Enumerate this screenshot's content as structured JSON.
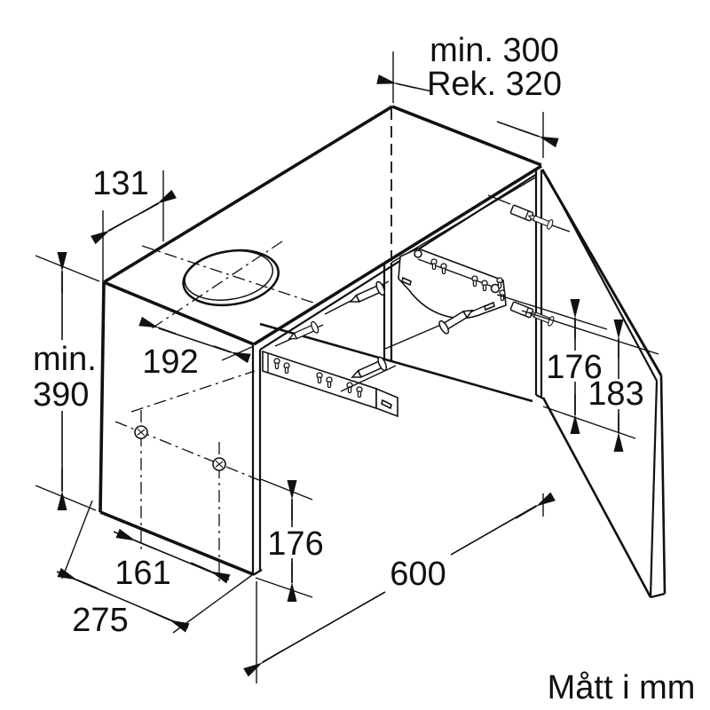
{
  "diagram": {
    "labels": {
      "top_depth": "131",
      "clearance_min": "min. 300",
      "clearance_rec": "Rek. 320",
      "height_prefix": "min.",
      "height_value": "390",
      "vent_offset": "192",
      "inner_front": "176",
      "inner_rear": "183",
      "bottom_front": "176",
      "screw_spacing": "161",
      "bottom_depth": "275",
      "width": "600"
    },
    "caption": "Mått i mm",
    "colors": {
      "line": "#111111",
      "background": "#ffffff"
    }
  }
}
